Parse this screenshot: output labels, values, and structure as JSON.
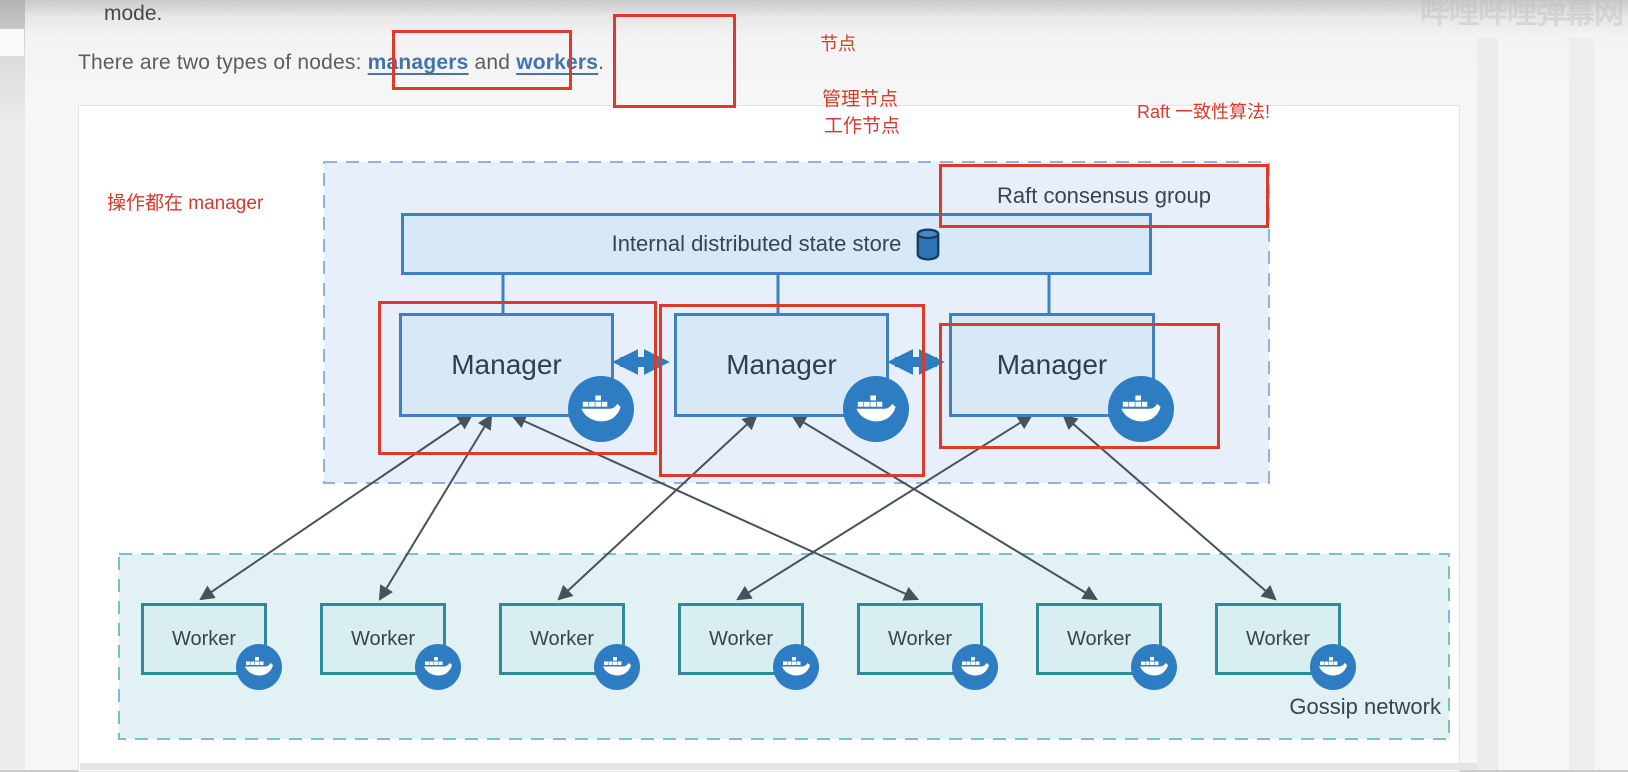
{
  "page": {
    "clipped_line": "mode.",
    "sentence": {
      "prefix": "There are two types of nodes: ",
      "managers_link": "managers",
      "conjunction": " and ",
      "workers_link": "workers",
      "period": "."
    },
    "watermark_text": "哔哩哔哩弹幕网"
  },
  "annotations": {
    "color": "#dd3a2a",
    "nodes_note": "节点",
    "manager_node_note": "管理节点",
    "worker_node_note": "工作节点",
    "raft_note": "Raft 一致性算法!",
    "ops_note": "操作都在 manager"
  },
  "diagram": {
    "raft_group_label": "Raft consensus group",
    "state_store_label": "Internal distributed state store",
    "managers": [
      "Manager",
      "Manager",
      "Manager"
    ],
    "workers": [
      "Worker",
      "Worker",
      "Worker",
      "Worker",
      "Worker",
      "Worker",
      "Worker"
    ],
    "gossip_label": "Gossip network",
    "colors": {
      "docker_blue": "#2e7cc2",
      "box_fill_blue": "#d7e8f7",
      "box_border_blue": "#3e80c2",
      "manager_group_fill": "#e7f0fa",
      "worker_fill": "#d9eef1",
      "worker_border": "#2f8b96",
      "worker_group_fill": "#e2f2f4",
      "annotation_red": "#dd3a2a",
      "arrow_dark": "#46525e",
      "link_blue": "#4173ad"
    }
  }
}
